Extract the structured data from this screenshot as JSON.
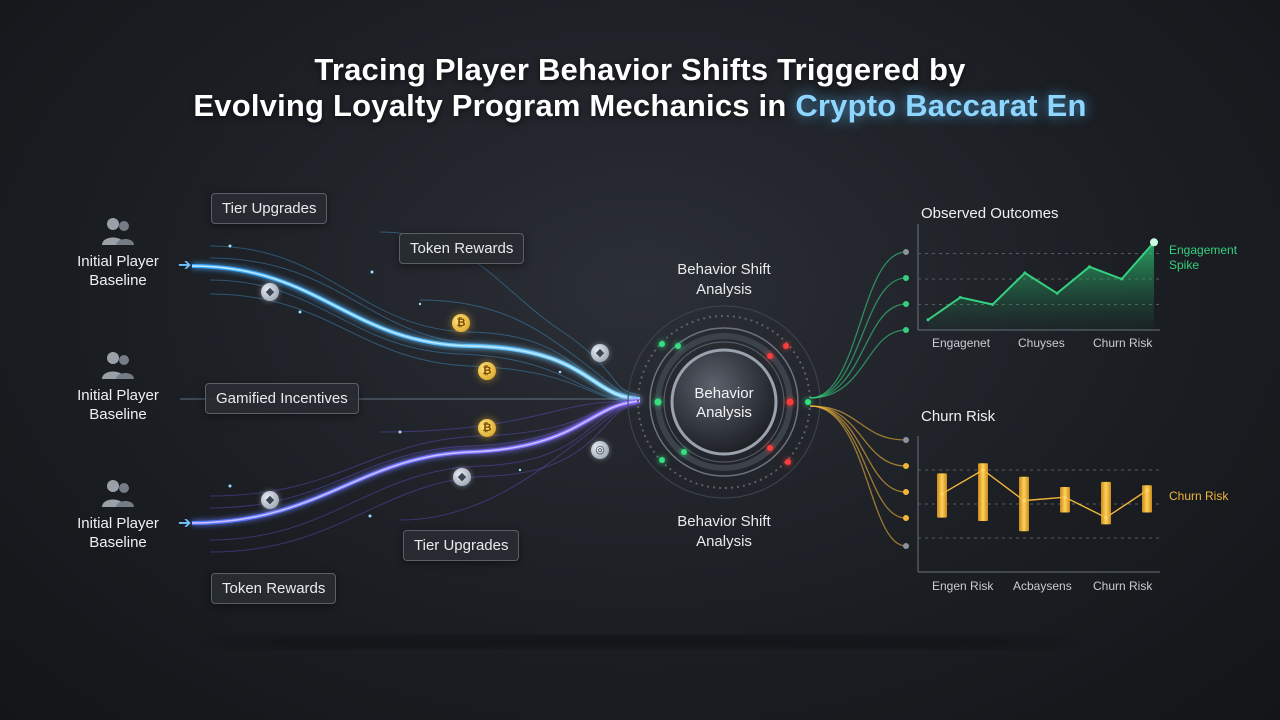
{
  "title": {
    "line1": "Tracing Player Behavior Shifts Triggered by",
    "line2_prefix": "Evolving Loyalty Program Mechanics in ",
    "line2_accent": "Crypto Baccarat En"
  },
  "sources": [
    {
      "label_line1": "Initial Player",
      "label_line2": "Baseline"
    },
    {
      "label_line1": "Initial Player",
      "label_line2": "Baseline"
    },
    {
      "label_line1": "Initial Player",
      "label_line2": "Baseline"
    }
  ],
  "tags": {
    "tier_upgrades_top": "Tier Upgrades",
    "token_rewards_top": "Token Rewards",
    "gamified_incentives": "Gamified Incentives",
    "tier_upgrades_bottom": "Tier Upgrades",
    "token_rewards_bottom": "Token Rewards"
  },
  "hub": {
    "top_line1": "Behavior Shift",
    "top_line2": "Analysis",
    "core_line1": "Behavior",
    "core_line2": "Analysis",
    "bottom_line1": "Behavior Shift",
    "bottom_line2": "Analysis"
  },
  "coins": {
    "gold_symbol": "₿",
    "eth_symbol": "◆",
    "generic_symbol": "◎"
  },
  "colors": {
    "flow_blue": "#4db8ff",
    "flow_purple": "#7b5cff",
    "engagement_green": "#35d07f",
    "churn_gold": "#f2b53a",
    "accent_title": "#8fd6ff"
  },
  "chart_data": [
    {
      "type": "area",
      "title": "Observed Outcomes",
      "categories": [
        "Engagenet",
        "Chuyses",
        "Churn Risk"
      ],
      "values": [
        1.0,
        3.2,
        2.5,
        5.6,
        3.6,
        6.2,
        5.0,
        8.6
      ],
      "ylim": [
        0,
        10
      ],
      "grid": true,
      "annotation_line1": "Engagement",
      "annotation_line2": "Spike"
    },
    {
      "type": "bar",
      "title": "Churn Risk",
      "categories": [
        "Engen Risk",
        "Acbaysens",
        "Churn Risk"
      ],
      "ranges": [
        [
          3.2,
          5.8
        ],
        [
          3.0,
          6.4
        ],
        [
          2.4,
          5.6
        ],
        [
          3.5,
          5.0
        ],
        [
          2.8,
          5.3
        ],
        [
          3.5,
          5.1
        ]
      ],
      "trend": [
        4.6,
        6.0,
        4.2,
        4.4,
        3.2,
        4.8
      ],
      "ylim": [
        0,
        8
      ],
      "grid": true,
      "annotation": "Churn Risk"
    }
  ]
}
